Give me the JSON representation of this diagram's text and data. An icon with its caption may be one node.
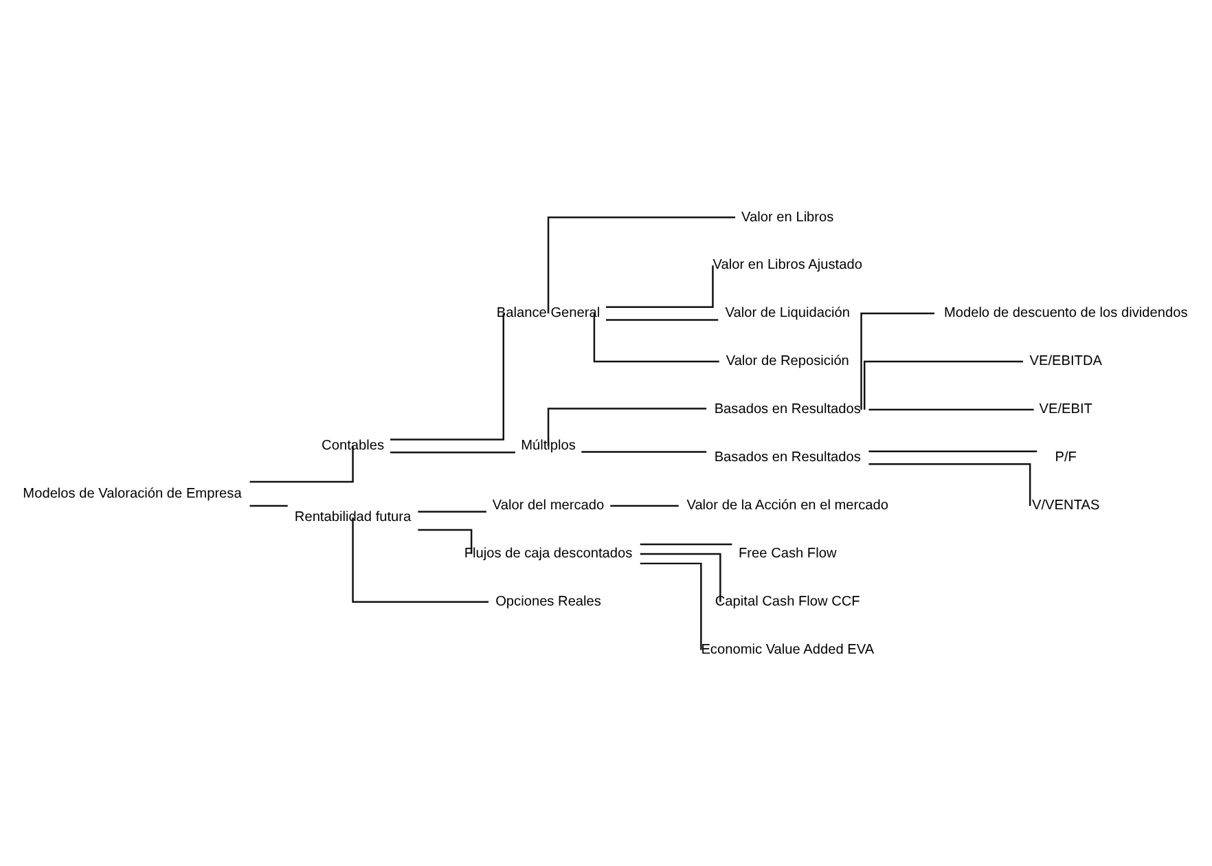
{
  "diagram": {
    "nodes": [
      {
        "text": [
          "Modelos de Valoración de Empresa"
        ]
      },
      {
        "text": [
          "Contables"
        ]
      },
      {
        "text": [
          "Balance General"
        ]
      },
      {
        "text": [
          "Valor en Libros"
        ]
      },
      {
        "text": [
          "Valor en Libros Ajustado"
        ]
      },
      {
        "text": [
          "Valor de Liquidación"
        ]
      },
      {
        "text": [
          "Valor de Reposición"
        ]
      },
      {
        "text": [
          "Múltiplos"
        ]
      },
      {
        "text": [
          "Basados en Resultados"
        ]
      },
      {
        "text": [
          "Modelo de descuento de los dividendos"
        ]
      },
      {
        "text": [
          "VE/EBITDA"
        ]
      },
      {
        "text": [
          "VE/EBIT"
        ]
      },
      {
        "text": [
          "Basados en Resultados"
        ]
      },
      {
        "text": [
          "P/F"
        ]
      },
      {
        "text": [
          "V/VENTAS"
        ]
      },
      {
        "text": [
          "Rentabilidad futura"
        ]
      },
      {
        "text": [
          "Valor del mercado"
        ]
      },
      {
        "text": [
          "Valor de la Acción en el mercado"
        ]
      },
      {
        "text": [
          "Flujos de caja descontados"
        ]
      },
      {
        "text": [
          "Free Cash Flow"
        ]
      },
      {
        "text": [
          "Capital Cash Flow CCF"
        ]
      },
      {
        "text": [
          "Economic Value Added EVA"
        ]
      },
      {
        "text": [
          "Opciones Reales"
        ]
      }
    ],
    "edges": [
      {
        "from": 0,
        "to": 1,
        "arrow": "none"
      },
      {
        "from": 0,
        "to": 15,
        "arrow": "none"
      },
      {
        "from": 1,
        "to": 2,
        "arrow": "none"
      },
      {
        "from": 1,
        "to": 7,
        "arrow": "none"
      },
      {
        "from": 2,
        "to": 3,
        "arrow": "none"
      },
      {
        "from": 2,
        "to": 4,
        "arrow": "none"
      },
      {
        "from": 2,
        "to": 5,
        "arrow": "none"
      },
      {
        "from": 2,
        "to": 6,
        "arrow": "none"
      },
      {
        "from": 7,
        "to": 8,
        "arrow": "none"
      },
      {
        "from": 7,
        "to": 12,
        "arrow": "none"
      },
      {
        "from": 8,
        "to": 9,
        "arrow": "none"
      },
      {
        "from": 8,
        "to": 10,
        "arrow": "none"
      },
      {
        "from": 8,
        "to": 11,
        "arrow": "none"
      },
      {
        "from": 12,
        "to": 13,
        "arrow": "none"
      },
      {
        "from": 12,
        "to": 14,
        "arrow": "none"
      },
      {
        "from": 15,
        "to": 16,
        "arrow": "none"
      },
      {
        "from": 15,
        "to": 18,
        "arrow": "none"
      },
      {
        "from": 15,
        "to": 22,
        "arrow": "none"
      },
      {
        "from": 16,
        "to": 17,
        "arrow": "none"
      },
      {
        "from": 18,
        "to": 19,
        "arrow": "none"
      },
      {
        "from": 18,
        "to": 20,
        "arrow": "none"
      },
      {
        "from": 18,
        "to": 21,
        "arrow": "none"
      }
    ]
  }
}
